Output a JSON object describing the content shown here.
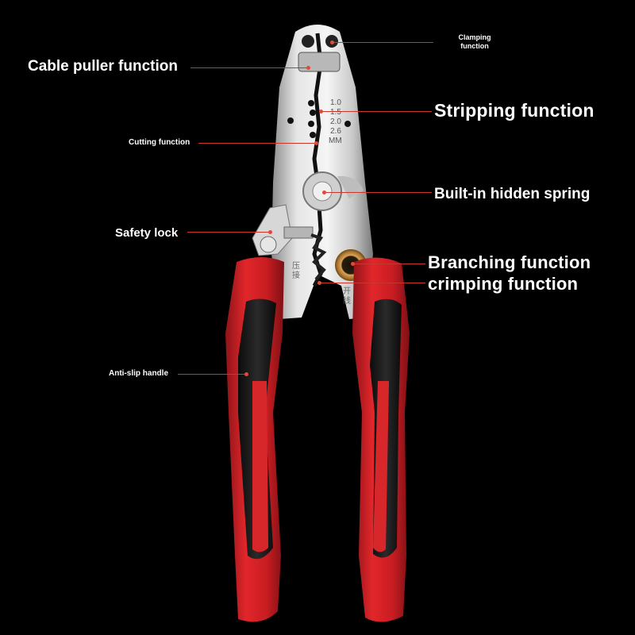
{
  "labels": {
    "clamping": "Clamping function",
    "cable_puller": "Cable puller function",
    "stripping": "Stripping function",
    "cutting": "Cutting function",
    "hidden_spring": "Built-in hidden spring",
    "safety_lock": "Safety lock",
    "branching": "Branching function",
    "crimping": "crimping function",
    "anti_slip": "Anti-slip handle"
  },
  "scale": {
    "marks": [
      "1.0",
      "1.5",
      "2.0",
      "2.6"
    ],
    "unit": "MM"
  },
  "engraving": {
    "left": "压接",
    "right": "开线"
  },
  "colors": {
    "background": "#000000",
    "handle_red": "#d8272b",
    "handle_black": "#1c1c1c",
    "steel": "#d9d9d9",
    "leader_line": "#c8362e"
  }
}
